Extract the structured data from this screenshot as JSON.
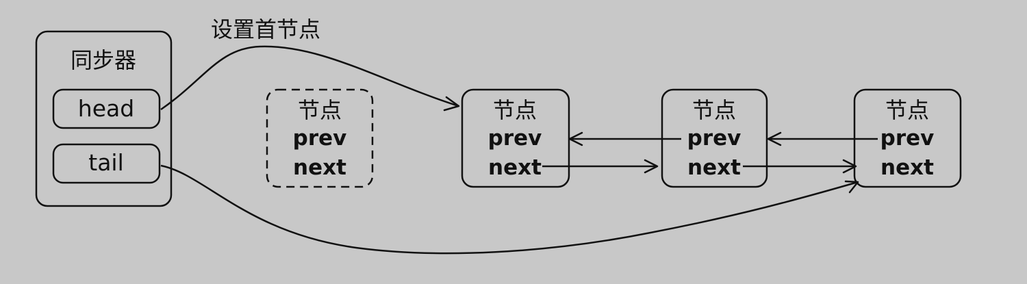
{
  "title_label": "设置首节点",
  "synchronizer": {
    "label": "同步器",
    "head_label": "head",
    "tail_label": "tail"
  },
  "new_node": {
    "label": "节点",
    "prev_label": "prev",
    "next_label": "next"
  },
  "nodes": [
    {
      "label": "节点",
      "prev_label": "prev",
      "next_label": "next"
    },
    {
      "label": "节点",
      "prev_label": "prev",
      "next_label": "next"
    },
    {
      "label": "节点",
      "prev_label": "prev",
      "next_label": "next"
    }
  ]
}
